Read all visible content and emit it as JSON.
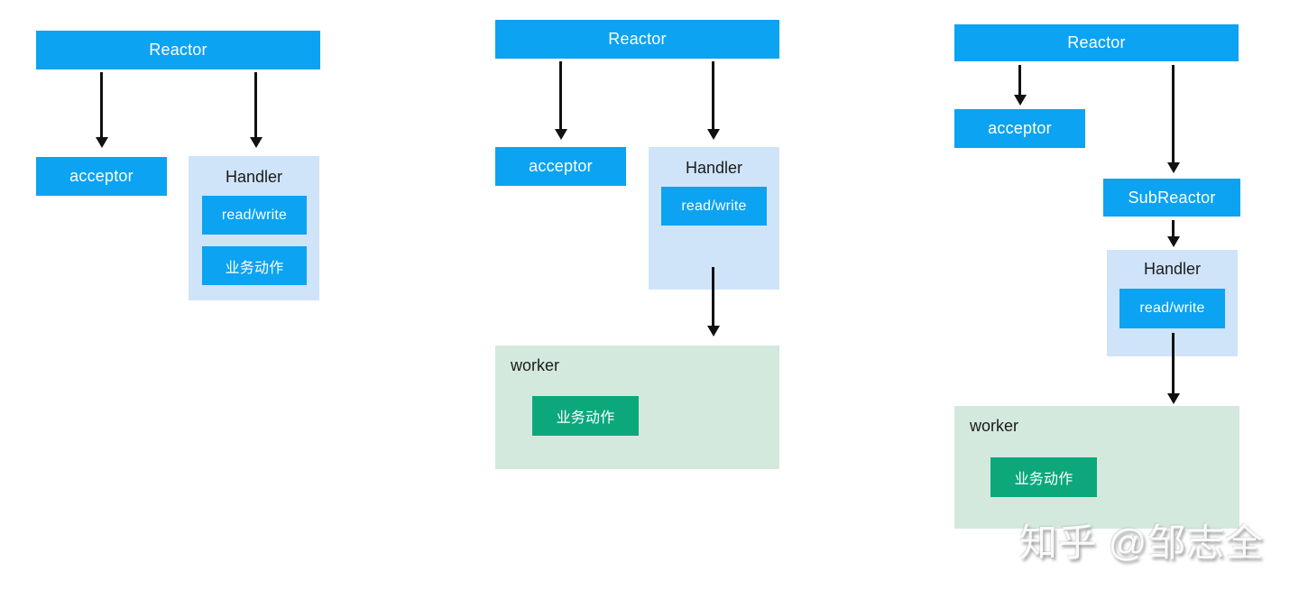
{
  "colors": {
    "node_blue": "#0BA3F2",
    "panel_blue": "#CFE4F9",
    "node_green": "#0CA87C",
    "panel_green": "#D3E9DE",
    "arrow": "#111111",
    "dark_text": "#1B1B1B",
    "light_text": "#FFFFFF"
  },
  "diagram1": {
    "reactor": "Reactor",
    "acceptor": "acceptor",
    "handler_title": "Handler",
    "read_write": "read/write",
    "business_action": "业务动作"
  },
  "diagram2": {
    "reactor": "Reactor",
    "acceptor": "acceptor",
    "handler_title": "Handler",
    "read_write": "read/write",
    "worker_title": "worker",
    "business_action": "业务动作"
  },
  "diagram3": {
    "reactor": "Reactor",
    "acceptor": "acceptor",
    "sub_reactor": "SubReactor",
    "handler_title": "Handler",
    "read_write": "read/write",
    "worker_title": "worker",
    "business_action": "业务动作"
  },
  "watermark": {
    "text": "知乎 @邹志全"
  }
}
